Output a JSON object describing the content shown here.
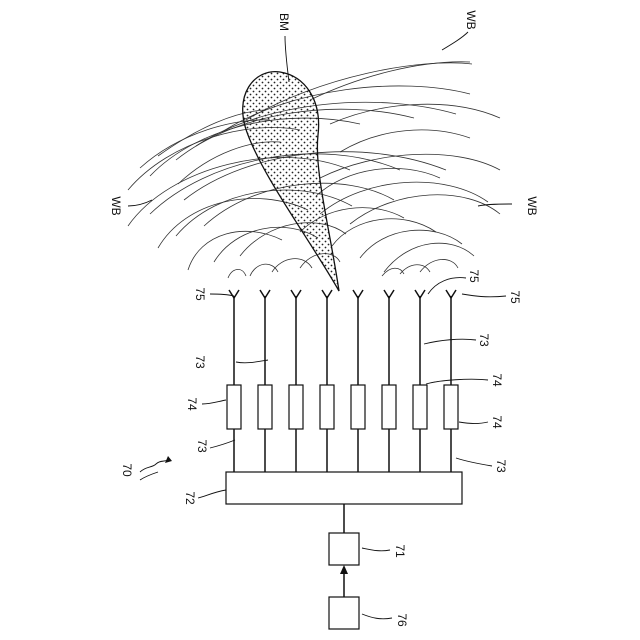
{
  "labels": {
    "system": "70",
    "source": "76",
    "generator": "71",
    "distributor": "72",
    "line": "73",
    "shifter": "74",
    "antenna": "75",
    "beam": "BM",
    "wave": "WB"
  },
  "element_count": 8
}
